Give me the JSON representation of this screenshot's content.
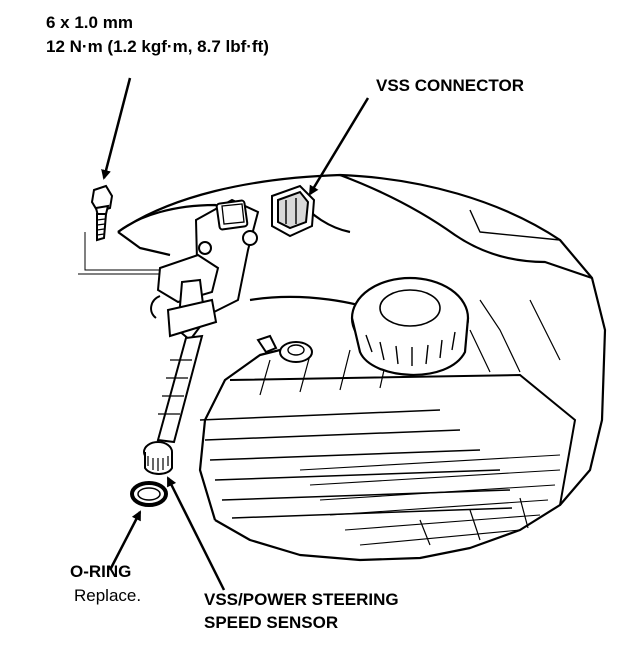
{
  "bolt_spec": {
    "size": "6 x 1.0 mm",
    "torque": "12 N·m (1.2 kgf·m, 8.7 lbf·ft)"
  },
  "vss_connector_label": "VSS CONNECTOR",
  "o_ring": {
    "title": "O-RING",
    "note": "Replace."
  },
  "sensor_label": {
    "line1": "VSS/POWER STEERING",
    "line2": "SPEED SENSOR"
  }
}
